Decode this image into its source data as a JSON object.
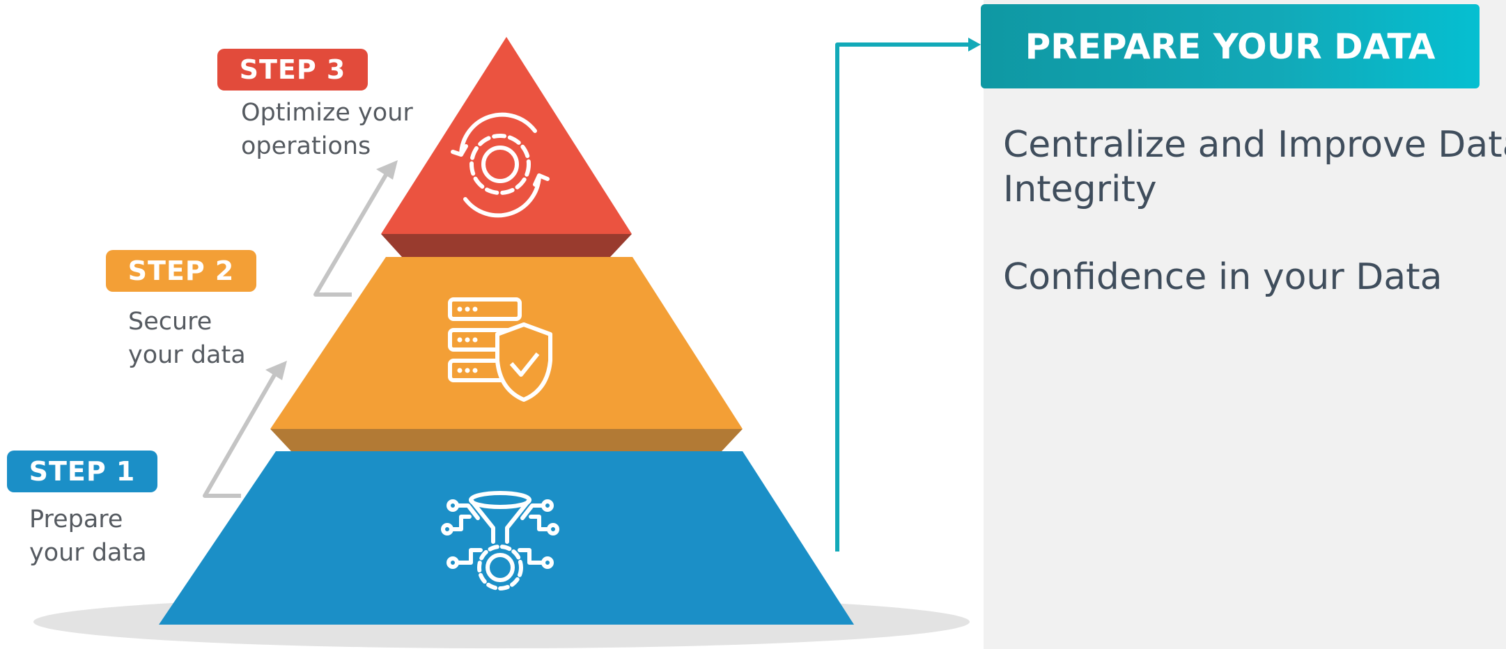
{
  "steps": [
    {
      "badge": "STEP 1",
      "desc_lines": [
        "Prepare",
        "your data"
      ],
      "color": "#1b8fc7",
      "badge_color": "#1b8fc7",
      "icon": "funnel-gear-icon"
    },
    {
      "badge": "STEP 2",
      "desc_lines": [
        "Secure",
        "your data"
      ],
      "color": "#f39f36",
      "badge_color": "#f39f36",
      "icon": "server-shield-icon"
    },
    {
      "badge": "STEP 3",
      "desc_lines": [
        "Optimize your",
        "operations"
      ],
      "color": "#eb5340",
      "badge_color": "#e24b3b",
      "icon": "gear-cycle-icon"
    }
  ],
  "panel": {
    "header": "PREPARE YOUR DATA",
    "header_color": "#12a9b8",
    "bullets": [
      [
        "Centralize and Improve Data",
        "Integrity"
      ],
      [
        "Confidence in your Data"
      ]
    ]
  }
}
